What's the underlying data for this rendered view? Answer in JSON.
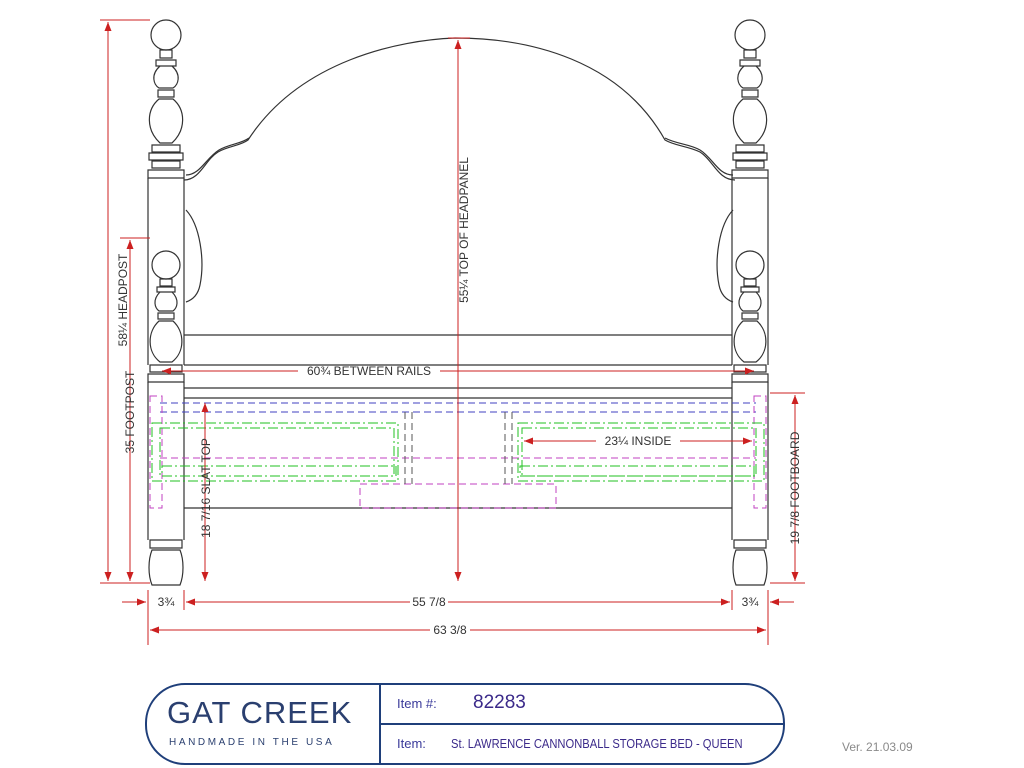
{
  "dimensions": {
    "headpost": "58¼ HEADPOST",
    "top_of_headpanel": "55¼ TOP OF HEADPANEL",
    "footpost": "35 FOOTPOST",
    "between_rails": "60¾ BETWEEN RAILS",
    "inside": "23¼ INSIDE",
    "slat_top": "18 7/16 SLAT TOP",
    "footboard": "19 7/8 FOOTBOARD",
    "post_width_left": "3¾",
    "inner_width": "55 7/8",
    "post_width_right": "3¾",
    "overall_width": "63 3/8"
  },
  "title_block": {
    "brand": "GAT CREEK",
    "tagline": "HANDMADE IN THE USA",
    "item_number_label": "Item #:",
    "item_number": "82283",
    "item_label": "Item:",
    "item_name": "St. LAWRENCE CANNONBALL STORAGE BED - QUEEN"
  },
  "version": "Ver. 21.03.09",
  "colors": {
    "line": "#333333",
    "dimension": "#cc2020",
    "drawer": "#22c022",
    "rail_blue": "#4040c0",
    "rail_magenta": "#c040c0",
    "title_border": "#1f3f7a"
  }
}
